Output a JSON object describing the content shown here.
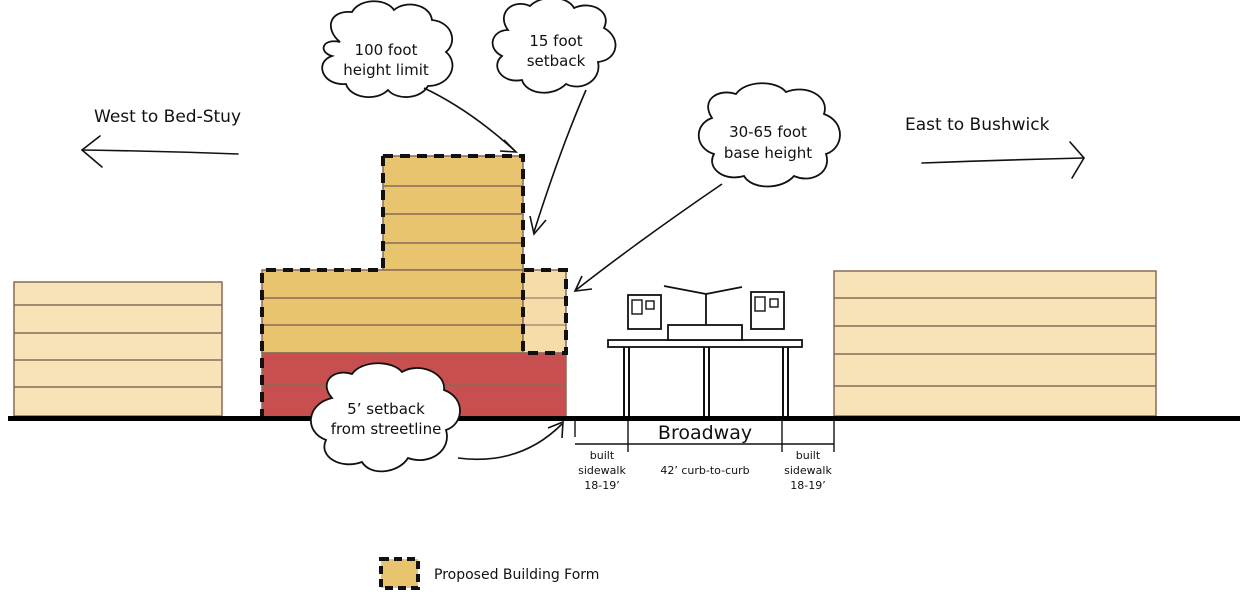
{
  "directions": {
    "west": "West to Bed-Stuy",
    "east": "East to Bushwick"
  },
  "callouts": {
    "height_limit": [
      "100 foot",
      "height limit"
    ],
    "setback_15": [
      "15 foot",
      "setback"
    ],
    "base_height": [
      "30-65 foot",
      "base height"
    ],
    "setback_5": [
      "5’ setback",
      "from streetline"
    ]
  },
  "street": {
    "name": "Broadway",
    "curb": "42’ curb-to-curb",
    "sidewalk_left": [
      "built",
      "sidewalk",
      "18-19’"
    ],
    "sidewalk_right": [
      "built",
      "sidewalk",
      "18-19’"
    ]
  },
  "legend": {
    "label": "Proposed Building Form"
  },
  "colors": {
    "proposed_fill": "#e8c46e",
    "existing_fill": "#f8e3b8",
    "base_fill": "#c84f4f",
    "setback_fill": "#f6dca8",
    "line": "#8a6a55",
    "ground": "#000000"
  }
}
